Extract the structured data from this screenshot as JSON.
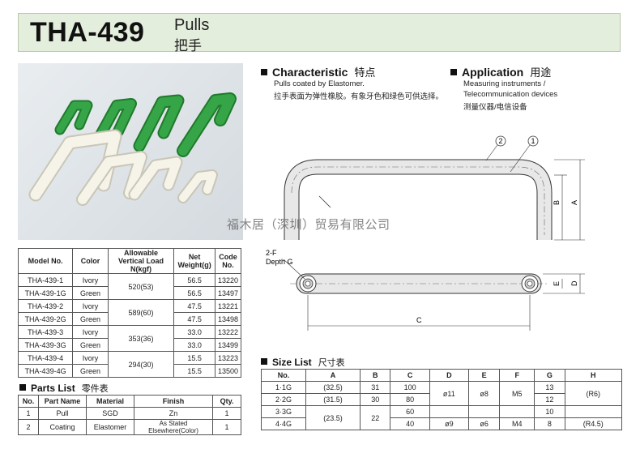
{
  "header": {
    "model": "THA-439",
    "title_en": "Pulls",
    "title_cn": "把手"
  },
  "characteristic": {
    "heading": "Characteristic",
    "heading_cn": "特点",
    "line1": "Pulls coated by Elastomer.",
    "line2": "拉手表面为弹性橡胶。有象牙色和绿色可供选择。"
  },
  "application": {
    "heading": "Application",
    "heading_cn": "用途",
    "line1": "Measuring instruments /",
    "line2": "Telecommunication devices",
    "line3": "测量仪器/电信设备"
  },
  "drawing": {
    "label_b": "B",
    "label_a": "A",
    "label_c": "C",
    "label_d": "D",
    "label_e": "E",
    "callout_1": "1",
    "callout_2": "2",
    "depth_note_1": "2-F",
    "depth_note_2": "Depth G"
  },
  "watermark": "福木居（深圳）贸易有限公司",
  "models": {
    "headers": [
      "Model No.",
      "Color",
      "Allowable Vertical Load N(kgf)",
      "Net Weight(g)",
      "Code No."
    ],
    "rows": [
      {
        "model": "THA-439-1",
        "color": "Ivory",
        "load": "520(53)",
        "weight": "56.5",
        "code": "13220"
      },
      {
        "model": "THA-439-1G",
        "color": "Green",
        "load": "",
        "weight": "56.5",
        "code": "13497"
      },
      {
        "model": "THA-439-2",
        "color": "Ivory",
        "load": "589(60)",
        "weight": "47.5",
        "code": "13221"
      },
      {
        "model": "THA-439-2G",
        "color": "Green",
        "load": "",
        "weight": "47.5",
        "code": "13498"
      },
      {
        "model": "THA-439-3",
        "color": "Ivory",
        "load": "353(36)",
        "weight": "33.0",
        "code": "13222"
      },
      {
        "model": "THA-439-3G",
        "color": "Green",
        "load": "",
        "weight": "33.0",
        "code": "13499"
      },
      {
        "model": "THA-439-4",
        "color": "Ivory",
        "load": "294(30)",
        "weight": "15.5",
        "code": "13223"
      },
      {
        "model": "THA-439-4G",
        "color": "Green",
        "load": "",
        "weight": "15.5",
        "code": "13500"
      }
    ]
  },
  "parts": {
    "heading": "Parts List",
    "heading_cn": "零件表",
    "headers": [
      "No.",
      "Part Name",
      "Material",
      "Finish",
      "Qty."
    ],
    "rows": [
      {
        "no": "1",
        "name": "Pull",
        "material": "SGD",
        "finish": "Zn",
        "qty": "1"
      },
      {
        "no": "2",
        "name": "Coating",
        "material": "Elastomer",
        "finish": "As Stated Elsewhere(Color)",
        "qty": "1"
      }
    ]
  },
  "sizes": {
    "heading": "Size List",
    "heading_cn": "尺寸表",
    "headers": [
      "No.",
      "A",
      "B",
      "C",
      "D",
      "E",
      "F",
      "G",
      "H"
    ],
    "rows": [
      {
        "no": "1·1G",
        "a": "(32.5)",
        "b": "31",
        "c": "100",
        "g": "13"
      },
      {
        "no": "2·2G",
        "a": "(31.5)",
        "b": "30",
        "c": "80",
        "d": "ø11",
        "e": "ø8",
        "f": "M5",
        "g": "12",
        "h": "(R6)"
      },
      {
        "no": "3·3G",
        "a": "(23.5)",
        "b": "22",
        "c": "60",
        "g": "10"
      },
      {
        "no": "4·4G",
        "c": "40",
        "d": "ø9",
        "e": "ø6",
        "f": "M4",
        "g": "8",
        "h": "(R4.5)"
      }
    ]
  },
  "colors": {
    "header_bg": "#e4eedc",
    "green": "#2e9a3e",
    "ivory": "#f4f1e4",
    "part_fill": "#e8e8e8"
  }
}
